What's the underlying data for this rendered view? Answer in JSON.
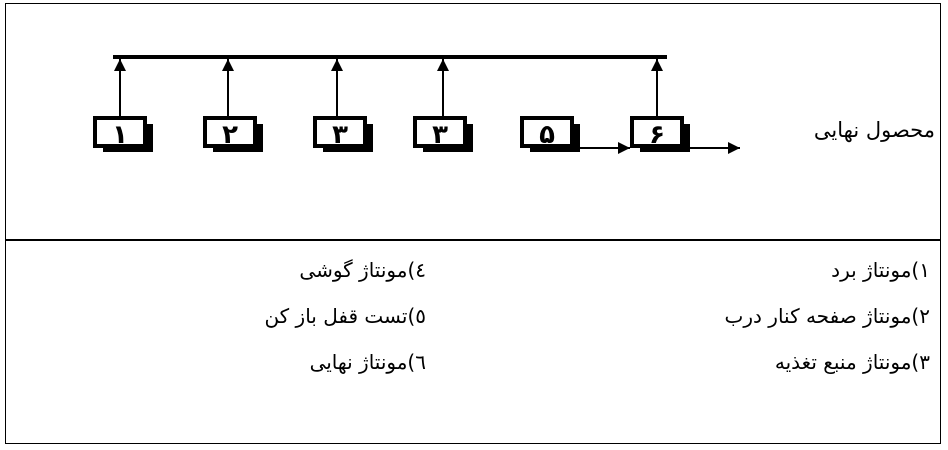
{
  "diagram": {
    "product_label": "محصول نهایی",
    "boxes": [
      "۱",
      "۲",
      "۳",
      "۳",
      "۵",
      "۶"
    ]
  },
  "legend": {
    "right": [
      "۱)مونتاژ برد",
      "۲)مونتاژ صفحه کنار درب",
      "۳)مونتاژ منبع تغذیه"
    ],
    "left": [
      "٤)مونتاژ گوشی",
      "٥)تست قفل باز کن",
      "٦)مونتاژ نهایی"
    ]
  }
}
